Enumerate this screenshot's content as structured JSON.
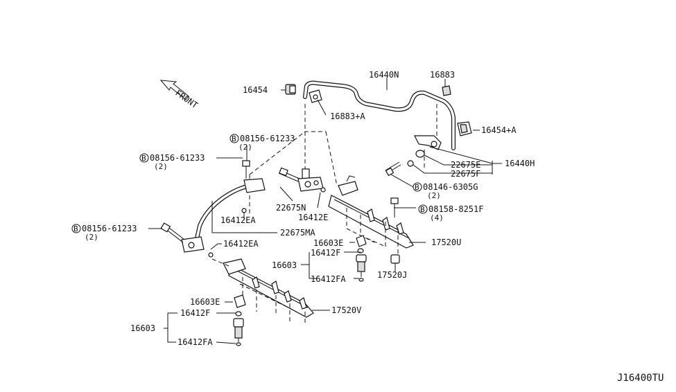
{
  "diagram_code": "J16400TU",
  "front_label": "FRONT",
  "callouts": {
    "p16454": "16454",
    "p16440N": "16440N",
    "p16883": "16883",
    "p16883A": "16883+A",
    "p16454A": "16454+A",
    "p16440H": "16440H",
    "p22675E": "22675E",
    "p22675F": "22675F",
    "p22675N": "22675N",
    "p22675MA": "22675MA",
    "p16412E": "16412E",
    "p16412EA_1": "16412EA",
    "p16412EA_2": "16412EA",
    "p16603E_1": "16603E",
    "p16603E_2": "16603E",
    "p16603_1": "16603",
    "p16603_2": "16603",
    "p16412F_1": "16412F",
    "p16412F_2": "16412F",
    "p16412FA_1": "16412FA",
    "p16412FA_2": "16412FA",
    "p17520U": "17520U",
    "p17520J": "17520J",
    "p17520V": "17520V"
  },
  "bolts": {
    "b_top": {
      "circle": "B",
      "number": "08156-61233",
      "qty": "(2)"
    },
    "b_left": {
      "circle": "B",
      "number": "08156-61233",
      "qty": "(2)"
    },
    "b_lower": {
      "circle": "B",
      "number": "08156-61233",
      "qty": "(2)"
    },
    "b_8146": {
      "circle": "B",
      "number": "08146-6305G",
      "qty": "(2)"
    },
    "b_8158": {
      "circle": "B",
      "number": "08158-8251F",
      "qty": "(4)"
    }
  }
}
